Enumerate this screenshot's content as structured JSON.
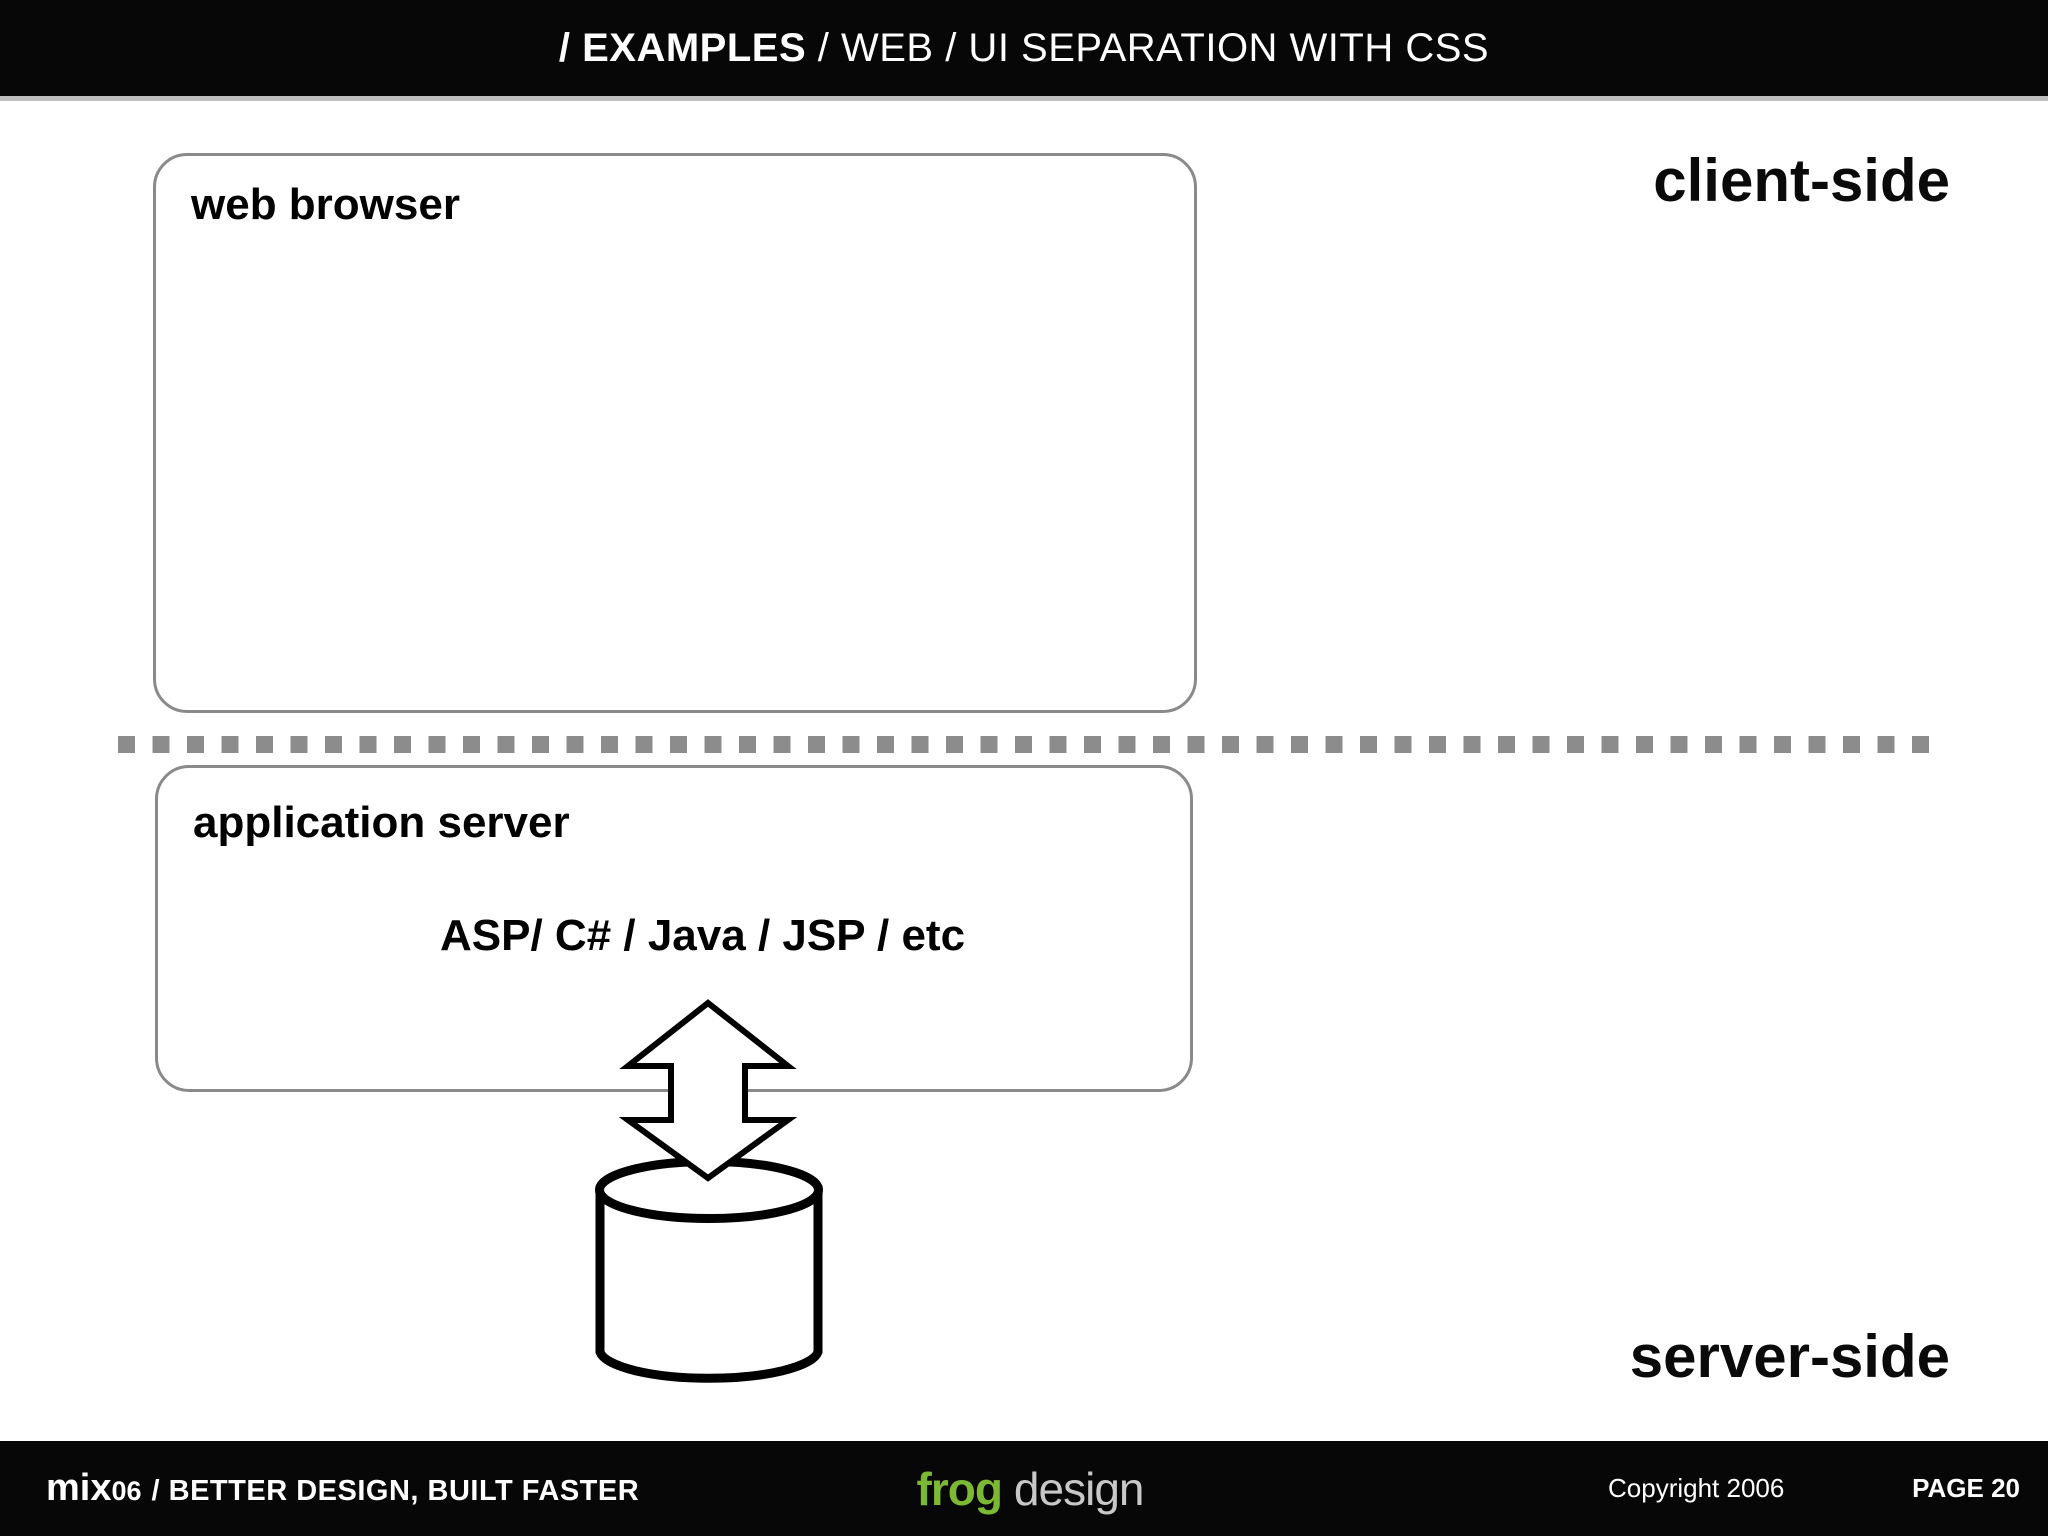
{
  "header": {
    "title_bold": "/ EXAMPLES",
    "title_rest": " / WEB / UI SEPARATION WITH CSS"
  },
  "labels": {
    "client_side": "client-side",
    "server_side": "server-side"
  },
  "diagram": {
    "web_browser": {
      "title": "web browser"
    },
    "application_server": {
      "title": "application server",
      "technologies": "ASP/ C# / Java / JSP / etc"
    },
    "icons": {
      "arrow": "bidirectional-arrow-icon",
      "database": "database-cylinder-icon"
    }
  },
  "footer": {
    "brand": "mix",
    "brand_suffix": "06",
    "tagline": "/ BETTER DESIGN, BUILT FASTER",
    "logo_primary": "frog",
    "logo_secondary": "design",
    "copyright": "Copyright 2006",
    "page": "PAGE 20"
  },
  "colors": {
    "bar_black": "#070707",
    "border_gray": "#8A8A8A",
    "dash_gray": "#8C8C8C",
    "accent_green": "#7CB834",
    "logo_gray": "#C8C8C8"
  }
}
